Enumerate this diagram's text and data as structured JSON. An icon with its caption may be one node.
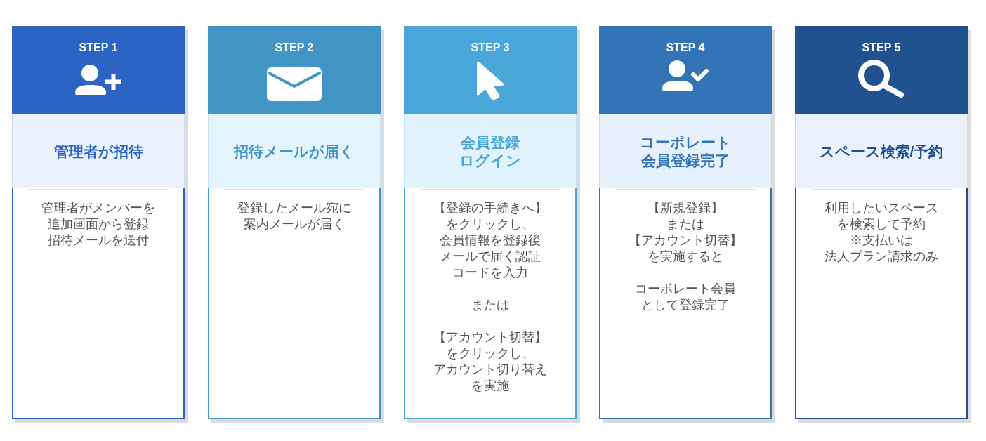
{
  "diagram": {
    "nodes": [
      {
        "text": [
          "管理者がメンバーを追加画面から登録招待メールを送付"
        ]
      },
      {
        "text": [
          "STEP 1"
        ],
        "in": 0
      },
      {
        "text": [
          "管理者が招待"
        ],
        "in": 0
      },
      {
        "text": [
          "登録したメール宛に案内メールが届く"
        ]
      },
      {
        "text": [
          "STEP 2"
        ],
        "in": 3
      },
      {
        "text": [
          "招待メールが届く"
        ],
        "in": 3
      },
      {
        "text": [
          "【登録の手続きへ】をクリックし、会員情報を登録後メールで届く認証コードを入力",
          "または",
          "【アカウント切替】をクリックし、アカウント切り替えを実施"
        ]
      },
      {
        "text": [
          "STEP 3"
        ],
        "in": 6
      },
      {
        "text": [
          "会員登録ログイン"
        ],
        "in": 6
      },
      {
        "text": [
          "【新規登録】または【アカウント切替】を実施すると",
          "コーポレート会員として登録完了"
        ]
      },
      {
        "text": [
          "STEP 4"
        ],
        "in": 9
      },
      {
        "text": [
          "コーポレート会員登録完了"
        ],
        "in": 9
      },
      {
        "text": [
          "利用したいスペースを検索して予約※支払いは法人プラン請求のみ"
        ]
      },
      {
        "text": [
          "STEP 5"
        ],
        "in": 12
      },
      {
        "text": [
          "スペース検索/予約"
        ],
        "in": 12
      }
    ]
  }
}
